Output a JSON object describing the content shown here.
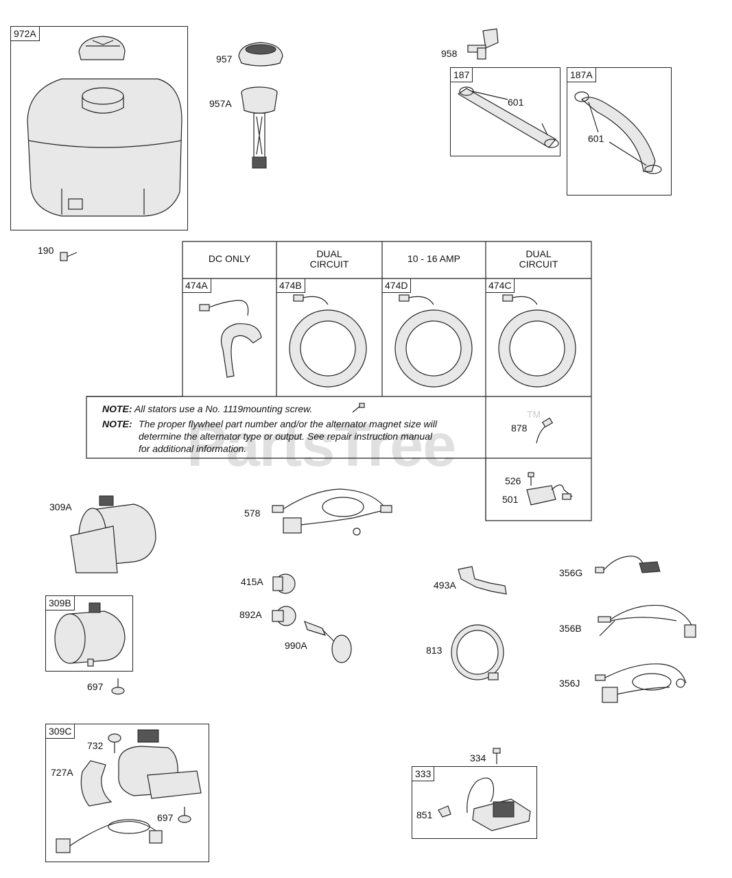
{
  "watermark": {
    "text": "PartsTree",
    "tm": "TM"
  },
  "labels": {
    "p972A": "972A",
    "p957": "957",
    "p957A": "957A",
    "p958": "958",
    "p187": "187",
    "p187A": "187A",
    "p601a": "601",
    "p601b": "601",
    "p190": "190",
    "p474A": "474A",
    "p474B": "474B",
    "p474D": "474D",
    "p474C": "474C",
    "p878": "878",
    "p526": "526",
    "p501": "501",
    "p309A": "309A",
    "p578": "578",
    "p309B": "309B",
    "p697a": "697",
    "p415A": "415A",
    "p892A": "892A",
    "p990A": "990A",
    "p493A": "493A",
    "p813": "813",
    "p356G": "356G",
    "p356B": "356B",
    "p356J": "356J",
    "p309C": "309C",
    "p732": "732",
    "p727A": "727A",
    "p697b": "697",
    "p334": "334",
    "p333": "333",
    "p851": "851"
  },
  "stator_table": {
    "headers": [
      {
        "line1": "DC ONLY",
        "line2": ""
      },
      {
        "line1": "DUAL",
        "line2": "CIRCUIT"
      },
      {
        "line1": "10 - 16 AMP",
        "line2": ""
      },
      {
        "line1": "DUAL",
        "line2": "CIRCUIT"
      }
    ]
  },
  "notes": {
    "note1_label": "NOTE:",
    "note1_text": "All stators use a No. 1119mounting screw.",
    "note2_label": "NOTE:",
    "note2_line1": "The proper flywheel part number and/or the alternator magnet size will",
    "note2_line2": "determine the alternator type or output. See repair instruction manual",
    "note2_line3": "for additional information."
  }
}
